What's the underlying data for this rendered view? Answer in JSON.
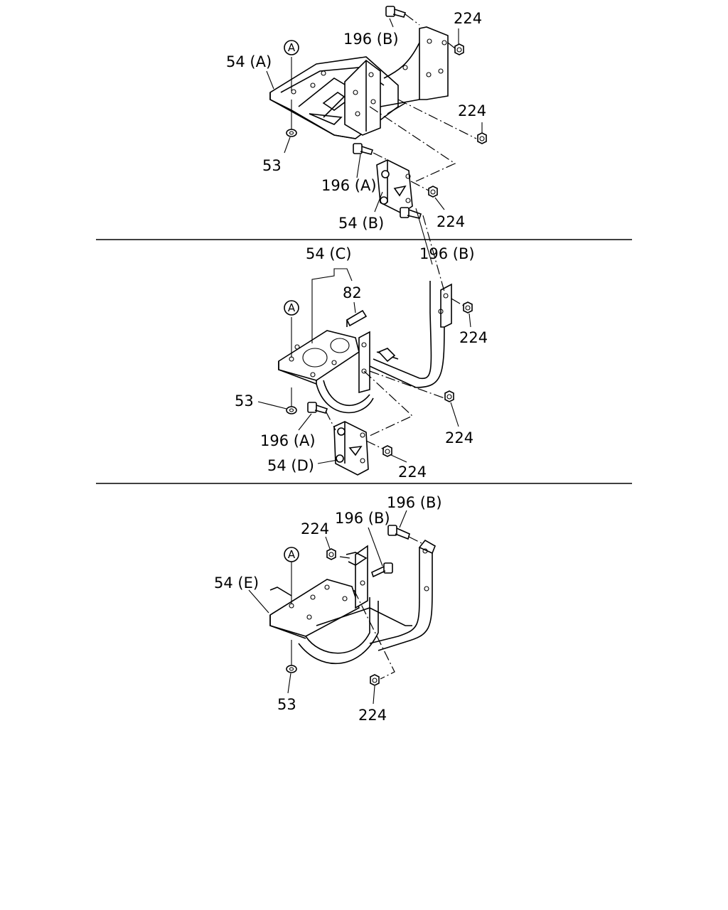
{
  "colors": {
    "ink": "#000000",
    "background": "#ffffff"
  },
  "panels": [
    {
      "labels": {
        "bolt_b": "196 (B)",
        "nut_top": "224",
        "bracket_a": "54 (A)",
        "nut_right": "224",
        "circle_ref": "A",
        "washer": "53",
        "bolt_a": "196 (A)",
        "bracket_b": "54 (B)",
        "nut_bottom": "224"
      }
    },
    {
      "labels": {
        "bracket_c": "54 (C)",
        "bolt_b": "196 (B)",
        "pad": "82",
        "circle_ref": "A",
        "nut_right": "224",
        "washer": "53",
        "nut_lower": "224",
        "bolt_a": "196 (A)",
        "bracket_d": "54 (D)",
        "nut_bottom": "224"
      }
    },
    {
      "labels": {
        "bolt_b_outer": "196 (B)",
        "nut_top": "224",
        "bolt_b_inner": "196 (B)",
        "circle_ref": "A",
        "bracket_e": "54 (E)",
        "washer": "53",
        "nut_bottom": "224"
      }
    }
  ]
}
